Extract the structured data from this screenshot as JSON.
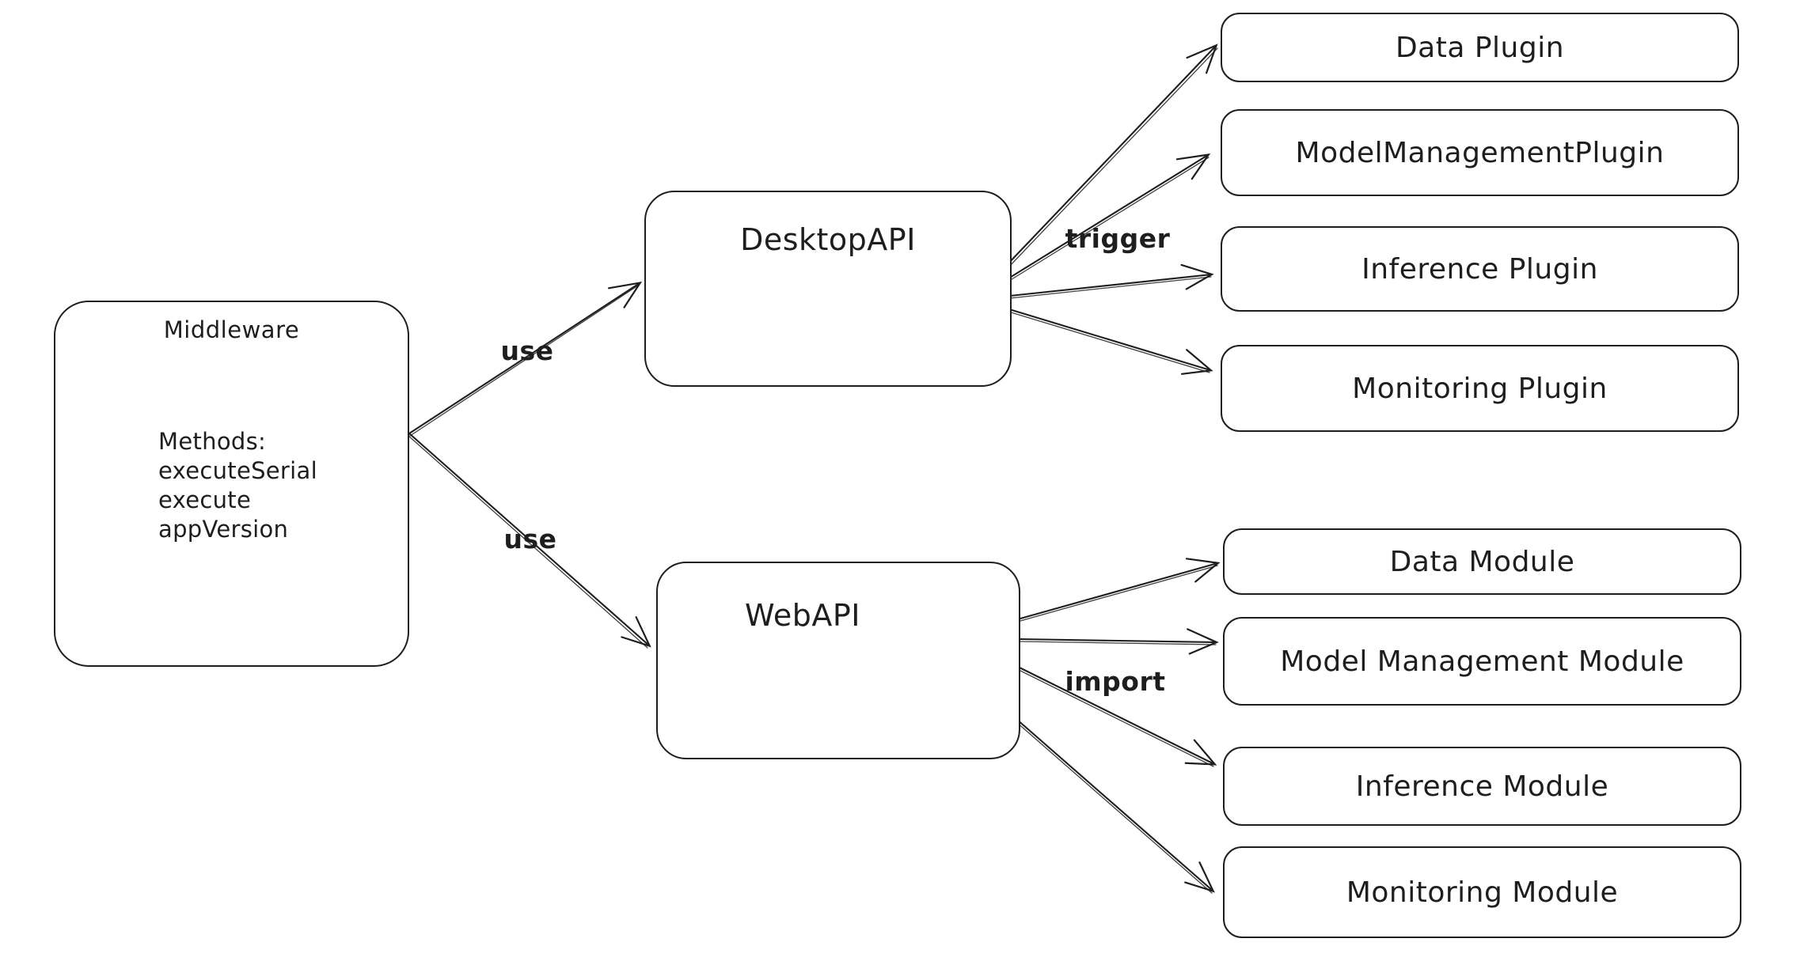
{
  "diagram": {
    "background": "#ffffff",
    "stroke_color": "#1e1e1e",
    "middleware": {
      "title": "Middleware",
      "methods_heading": "Methods:",
      "methods": [
        "executeSerial",
        "execute",
        "appVersion"
      ]
    },
    "desktop_api": {
      "title": "DesktopAPI"
    },
    "web_api": {
      "title": "WebAPI"
    },
    "plugins": [
      "Data Plugin",
      "ModelManagementPlugin",
      "Inference Plugin",
      "Monitoring Plugin"
    ],
    "modules": [
      "Data Module",
      "Model Management Module",
      "Inference Module",
      "Monitoring Module"
    ],
    "edge_groups": [
      {
        "from": "Middleware",
        "to": [
          "DesktopAPI"
        ],
        "label": "use"
      },
      {
        "from": "Middleware",
        "to": [
          "WebAPI"
        ],
        "label": "use"
      },
      {
        "from": "DesktopAPI",
        "to": [
          "Data Plugin",
          "ModelManagementPlugin",
          "Inference Plugin",
          "Monitoring Plugin"
        ],
        "label": "trigger"
      },
      {
        "from": "WebAPI",
        "to": [
          "Data Module",
          "Model Management Module",
          "Inference Module",
          "Monitoring Module"
        ],
        "label": "import"
      }
    ]
  }
}
